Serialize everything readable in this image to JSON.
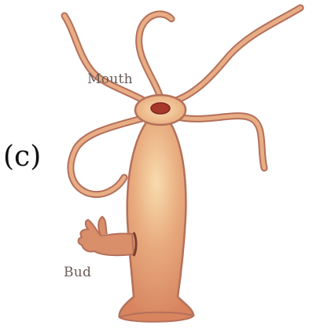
{
  "figure": {
    "panel_letter": "(c)",
    "labels": {
      "mouth": "Mouth",
      "bud": "Bud"
    },
    "colors": {
      "body_fill": "#e2a074",
      "body_light": "#f6d3a4",
      "outline": "#b4705a",
      "mouth_fill": "#a8382c",
      "tentacle": "#c98a6e",
      "bud_fill": "#d88f6a"
    }
  }
}
